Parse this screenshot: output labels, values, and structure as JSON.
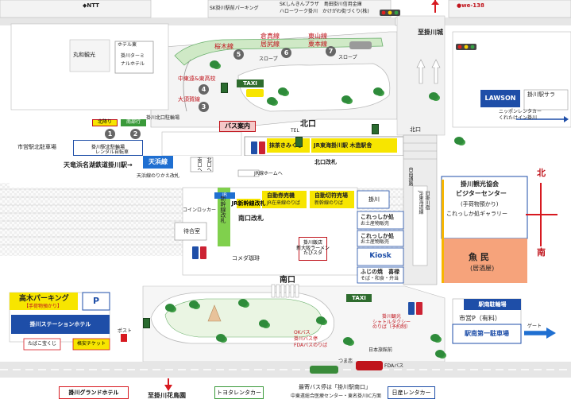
{
  "landmarks": {
    "ntt": "◆NTT",
    "sk_parking": "SK掛川駅前パーキング",
    "sk_plaza_line1": "SKしんきんプラザ　島田掛川信用金庫",
    "sk_plaza_line2": "ハローワーク掛川　かけがわ街づくり(株)",
    "we138": "●we-138",
    "to_kakegawa_castle": "至掛川城",
    "maruwa": "丸和観光",
    "hotel_vertical_top": "ホテル東",
    "kakegawa_terminal_hotel_line1": "掛川ターミ",
    "kakegawa_terminal_hotel_line2": "ナルホテル",
    "sakuragi": "桜木線",
    "kurami": "倉真線",
    "iojiri": "居尻線",
    "tozan": "東山線",
    "kurihara": "粟本線",
    "slope": "スロープ",
    "nakahutoshi": "中東遠&東高校",
    "oosuka": "大須賀線",
    "taxi": "TAXI",
    "lawson": "LAWSON",
    "nippon_rentacar_line1": "ニッポンレンタカー",
    "nippon_rentacar_line2": "くれたけイン掛川",
    "hotel_sala": "掛川駅サラ",
    "north_side_notice": "掛川北口駐輪場",
    "kitaori": "北降り",
    "nanbu": "南部行",
    "miyako_parking": "市営駅北駐車場",
    "kakegawa_bike_line1": "掛川駅北駐輪場",
    "kakegawa_bike_line2": "レンタル自転車",
    "tenryu_line": "天竜浜名湖鉄道掛川駅→",
    "tenhama": "天浜線",
    "tenryu_entrance": "天浜線のりかえ改札",
    "bus_info": "バス案内",
    "kitaguchi": "北口",
    "kitaguchi_gate": "北口改札",
    "kitaguchi_small": "北口",
    "matcha_line1": "抹茶きみくら",
    "jr_kakegawa_station": "JR東海掛川駅 木造駅舎",
    "jr_platform": "JR線ホームへ",
    "to_south": "南口へ",
    "to_north": "北口へ",
    "jikkou_bungu": "自動券売機",
    "jikkou_sub": "JR在来線のりば",
    "jikkou_right": "自動切符売場",
    "jikkou_right_sub": "新幹線のりば",
    "shinkansen_gate": "JR新幹線改札",
    "nankou_gate": "南口改札",
    "kiosk_jr": "JR",
    "coin_locker": "コインロッカー",
    "waiting_room": "待合室",
    "komeda": "コメダ珈琲",
    "green_shop": "新幹線改札",
    "kaketa_cloud": "掛川",
    "free_passage_label": "自由通路",
    "kakegawa_info_line1": "掛川観光協会",
    "kakegawa_info_line2": "ビジターセンター",
    "kakegawa_info_line3": "(手荷物預かり)",
    "kakegawa_info_line4": "これっしか処ギャラリー",
    "koresika_1": "これっしか処",
    "koresika_1_sub": "お土産物販売",
    "koresika_2": "これっしか処",
    "koresika_2_sub": "お土産物販売",
    "kiosk": "Kiosk",
    "fujinomiya": "ふじの焼　喜禄",
    "fujinomiya_sub": "そば・和食・弁当",
    "kakegawa_restaurant_line1": "掛川飯店",
    "kakegawa_restaurant_line2": "新大阪ラーメン",
    "kakegawa_restaurant_line3": "たびスタ",
    "uomin_line1": "魚 民",
    "uomin_line2": "(居酒屋)",
    "north_kanji": "北",
    "south_kanji": "南",
    "nanguchi": "南口",
    "takagi_parking": "高木パーキング",
    "takagi_baggage": "【手荷物預かり】",
    "p_mark": "P",
    "kakegawa_station_hotel": "掛川ステーションホテル",
    "tamago": "たばこ宝くじ",
    "ticket": "格安チケット",
    "post": "ポスト",
    "station_south_bike": "駅南駐輪場",
    "city_parking": "市営P（有料）",
    "station_south_parking": "駅南第一駐車場",
    "gate_label": "ゲート",
    "shuttle_line1": "掛川観光",
    "shuttle_line2": "シャトルタクシー",
    "shuttle_line3": "のりば（予約制）",
    "okabe_bus": "OKバス",
    "kaketa_bus_stop": "掛川バス停",
    "fda_bus_stop": "FDAバスのりば",
    "hikari": "日本旅館前",
    "tsukiji": "つま恋",
    "fda_bus": "FDAバス",
    "to_kakegawa_hanatorien": "至掛川花鳥園",
    "kakegawa_grand_hotel": "掛川グランドホテル",
    "toyota_rentacar": "トヨタレンタカー",
    "bus_stop_name": "最寄バス停は「掛川駅南口」",
    "bus_stop_sub": "中東遠総合医療センター・東名掛川IC方面",
    "nissan_rentacar": "日産レンタカー",
    "tel": "TEL",
    "jr_line_label": "JR東海道線",
    "jr_station_vert": "旧掛川宿"
  },
  "numbers": [
    "1",
    "2",
    "3",
    "4",
    "5",
    "6",
    "7"
  ],
  "colors": {
    "rail": "#3a3a3a",
    "road": "#d9d9d9",
    "building": "#cfcfcf",
    "green": "#2e8b3a",
    "yellow": "#f7e500",
    "blue": "#1f6fd1",
    "red": "#d71920",
    "orange": "#f6a37b"
  }
}
